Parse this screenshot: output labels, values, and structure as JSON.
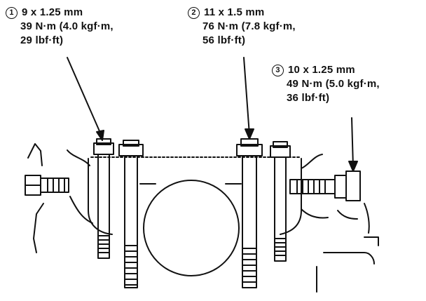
{
  "callouts": [
    {
      "number": "1",
      "thread": "9 x 1.25 mm",
      "torque_line1": "39 N·m (4.0 kgf·m,",
      "torque_line2": "29 lbf·ft)"
    },
    {
      "number": "2",
      "thread": "11 x 1.5 mm",
      "torque_line1": "76 N·m (7.8 kgf·m,",
      "torque_line2": "56 lbf·ft)"
    },
    {
      "number": "3",
      "thread": "10 x 1.25 mm",
      "torque_line1": "49 N·m (5.0 kgf·m,",
      "torque_line2": "36 lbf·ft)"
    }
  ],
  "colors": {
    "ink": "#111111",
    "paper": "#ffffff"
  }
}
